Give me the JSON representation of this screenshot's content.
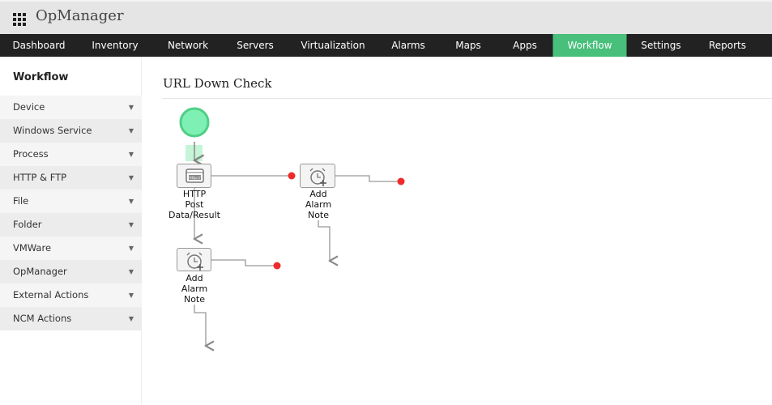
{
  "app": {
    "title": "OpManager"
  },
  "nav": [
    {
      "label": "Dashboard"
    },
    {
      "label": "Inventory"
    },
    {
      "label": "Network"
    },
    {
      "label": "Servers"
    },
    {
      "label": "Virtualization"
    },
    {
      "label": "Alarms"
    },
    {
      "label": "Maps"
    },
    {
      "label": "Apps"
    },
    {
      "label": "Workflow",
      "active": true
    },
    {
      "label": "Settings"
    },
    {
      "label": "Reports"
    }
  ],
  "sidebar": {
    "title": "Workflow",
    "items": [
      {
        "label": "Device"
      },
      {
        "label": "Windows Service"
      },
      {
        "label": "Process"
      },
      {
        "label": "HTTP & FTP"
      },
      {
        "label": "File"
      },
      {
        "label": "Folder"
      },
      {
        "label": "VMWare"
      },
      {
        "label": "OpManager"
      },
      {
        "label": "External Actions"
      },
      {
        "label": "NCM Actions"
      }
    ]
  },
  "main": {
    "title": "URL Down Check",
    "nodes": [
      {
        "icon": "browser-http-icon",
        "lines": [
          "HTTP",
          "Post",
          "Data/Result"
        ]
      },
      {
        "icon": "alarm-clock-plus-icon",
        "lines": [
          "Add",
          "Alarm",
          "Note"
        ]
      },
      {
        "icon": "alarm-clock-plus-icon",
        "lines": [
          "Add",
          "Alarm",
          "Note"
        ]
      }
    ]
  },
  "colors": {
    "accent": "#48bf7b",
    "start": "#7ef0b4",
    "end": "#ee2b2b",
    "nav_bg": "#222222"
  }
}
